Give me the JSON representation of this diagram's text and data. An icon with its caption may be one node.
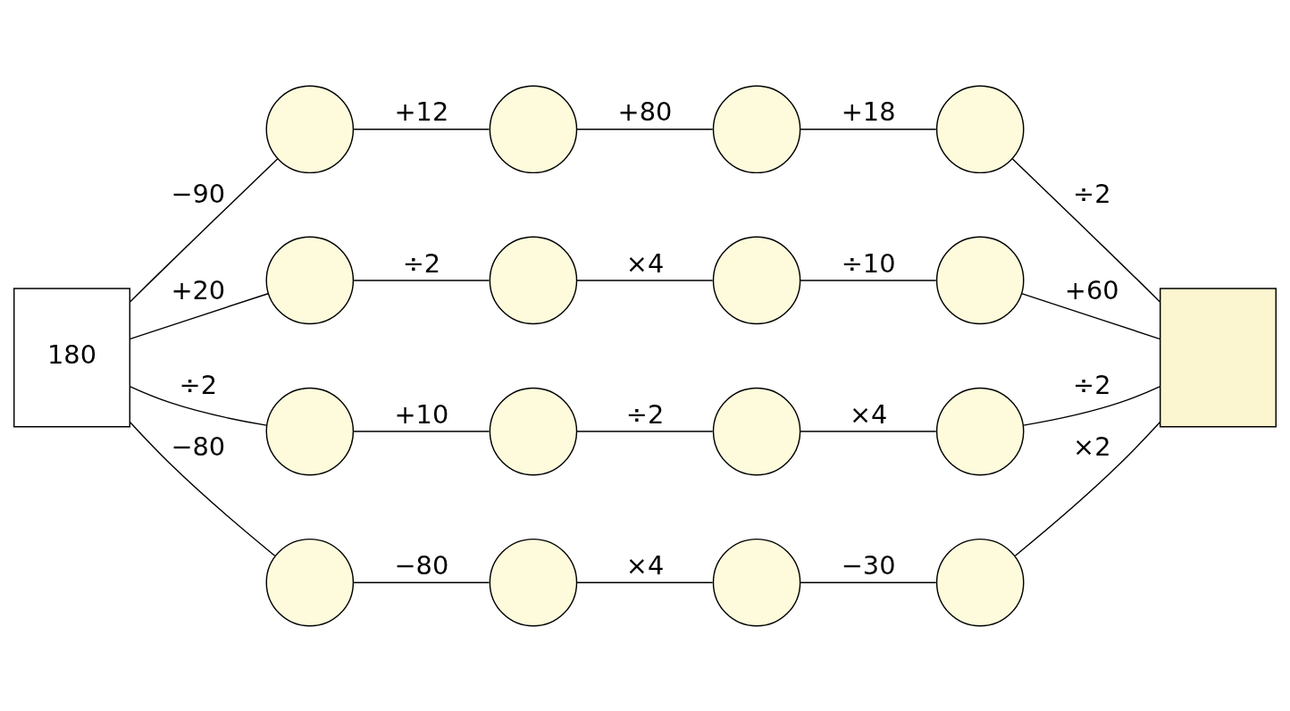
{
  "diagram": {
    "nodes": [
      {
        "text": [
          "180"
        ]
      },
      {
        "text": [],
        "shape": "circle"
      },
      {
        "text": [],
        "shape": "circle"
      },
      {
        "text": [],
        "shape": "circle"
      },
      {
        "text": [],
        "shape": "circle"
      },
      {
        "text": [],
        "shape": "circle"
      },
      {
        "text": [],
        "shape": "circle"
      },
      {
        "text": [],
        "shape": "circle"
      },
      {
        "text": [],
        "shape": "circle"
      },
      {
        "text": [],
        "shape": "circle"
      },
      {
        "text": [],
        "shape": "circle"
      },
      {
        "text": [],
        "shape": "circle"
      },
      {
        "text": [],
        "shape": "circle"
      },
      {
        "text": [],
        "shape": "circle"
      },
      {
        "text": [],
        "shape": "circle"
      },
      {
        "text": [],
        "shape": "circle"
      },
      {
        "text": [],
        "shape": "circle"
      },
      {
        "text": [],
        "shape": "box"
      }
    ],
    "edges": [
      {
        "from": 0,
        "to": 1,
        "label": "−90",
        "arrow": "none"
      },
      {
        "from": 1,
        "to": 2,
        "label": "+12",
        "arrow": "none"
      },
      {
        "from": 2,
        "to": 3,
        "label": "+80",
        "arrow": "none"
      },
      {
        "from": 3,
        "to": 4,
        "label": "+18",
        "arrow": "none"
      },
      {
        "from": 4,
        "to": 17,
        "label": "÷2",
        "arrow": "none"
      },
      {
        "from": 0,
        "to": 5,
        "label": "+20",
        "arrow": "none"
      },
      {
        "from": 5,
        "to": 6,
        "label": "÷2",
        "arrow": "none"
      },
      {
        "from": 6,
        "to": 7,
        "label": "×4",
        "arrow": "none"
      },
      {
        "from": 7,
        "to": 8,
        "label": "÷10",
        "arrow": "none"
      },
      {
        "from": 8,
        "to": 17,
        "label": "+60",
        "arrow": "none"
      },
      {
        "from": 0,
        "to": 9,
        "label": "÷2",
        "arrow": "none"
      },
      {
        "from": 9,
        "to": 10,
        "label": "+10",
        "arrow": "none"
      },
      {
        "from": 10,
        "to": 11,
        "label": "÷2",
        "arrow": "none"
      },
      {
        "from": 11,
        "to": 12,
        "label": "×4",
        "arrow": "none"
      },
      {
        "from": 12,
        "to": 17,
        "label": "÷2",
        "arrow": "none"
      },
      {
        "from": 0,
        "to": 13,
        "label": "−80",
        "arrow": "none"
      },
      {
        "from": 13,
        "to": 14,
        "label": "−80",
        "arrow": "none"
      },
      {
        "from": 14,
        "to": 15,
        "label": "×4",
        "arrow": "none"
      },
      {
        "from": 15,
        "to": 16,
        "label": "−30",
        "arrow": "none"
      },
      {
        "from": 16,
        "to": 17,
        "label": "×2",
        "arrow": "none"
      }
    ]
  }
}
